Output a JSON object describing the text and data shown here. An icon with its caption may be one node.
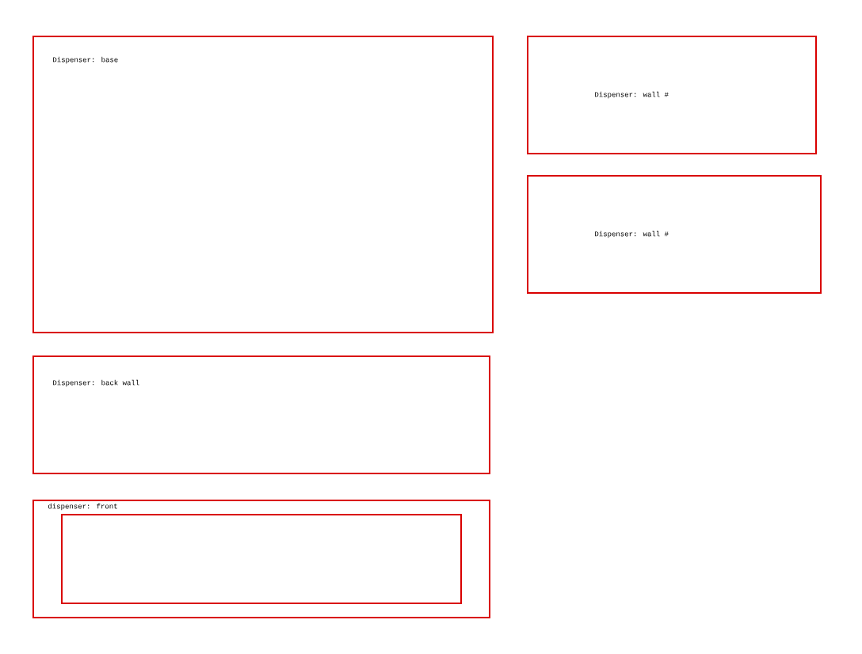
{
  "diagram": {
    "nodes": [
      {
        "text": [
          "Dispenser: base"
        ]
      },
      {
        "text": [
          "Dispenser: wall #"
        ]
      },
      {
        "text": [
          "Dispenser: wall #"
        ]
      },
      {
        "text": [
          "Dispenser: back wall"
        ]
      },
      {
        "text": [
          "dispenser: front"
        ]
      },
      {
        "text": [],
        "shape": "box",
        "in": 4
      }
    ]
  }
}
